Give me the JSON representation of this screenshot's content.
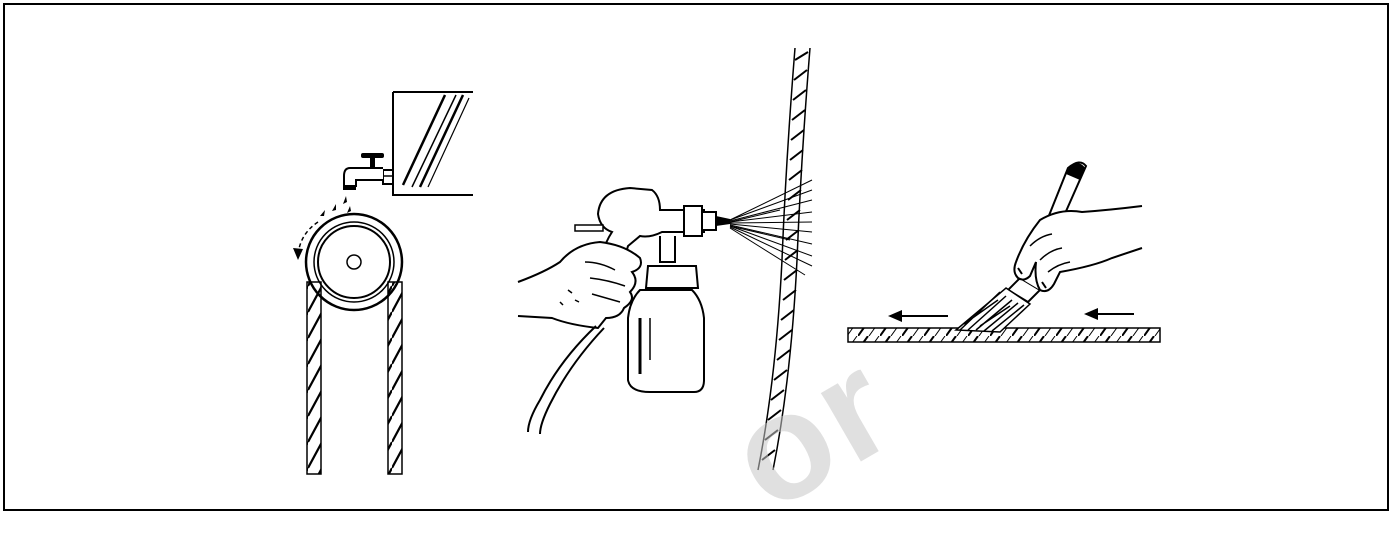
{
  "figure": {
    "panels": [
      {
        "name": "pouring-from-tap-onto-rope-over-pulley"
      },
      {
        "name": "spray-gun-application-on-rope"
      },
      {
        "name": "brush-application-along-rope"
      }
    ]
  },
  "watermark": {
    "text": "or",
    "color": "#c8c8c8"
  },
  "colors": {
    "ink": "#000000",
    "background": "#ffffff"
  }
}
